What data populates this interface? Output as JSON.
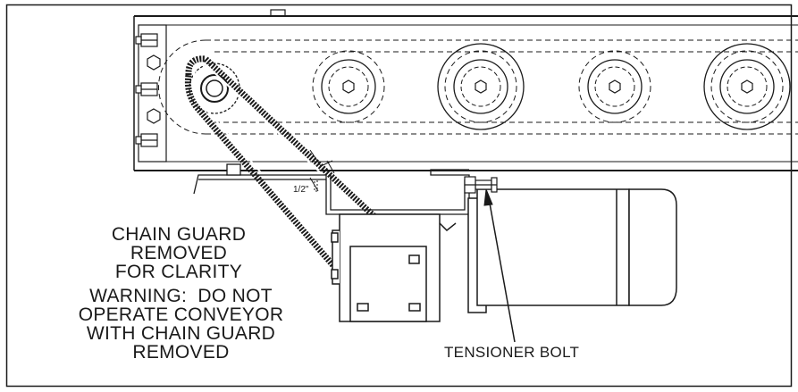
{
  "notes": {
    "guard_lines": [
      "CHAIN GUARD",
      "REMOVED",
      "FOR CLARITY"
    ],
    "warning_lines": [
      "WARNING:  DO NOT",
      "OPERATE CONVEYOR",
      "WITH CHAIN GUARD",
      "REMOVED"
    ]
  },
  "labels": {
    "tensioner": "TENSIONER BOLT",
    "dimension": "1/2\""
  },
  "colors": {
    "ink": "#1a1a1a",
    "background": "#ffffff"
  }
}
